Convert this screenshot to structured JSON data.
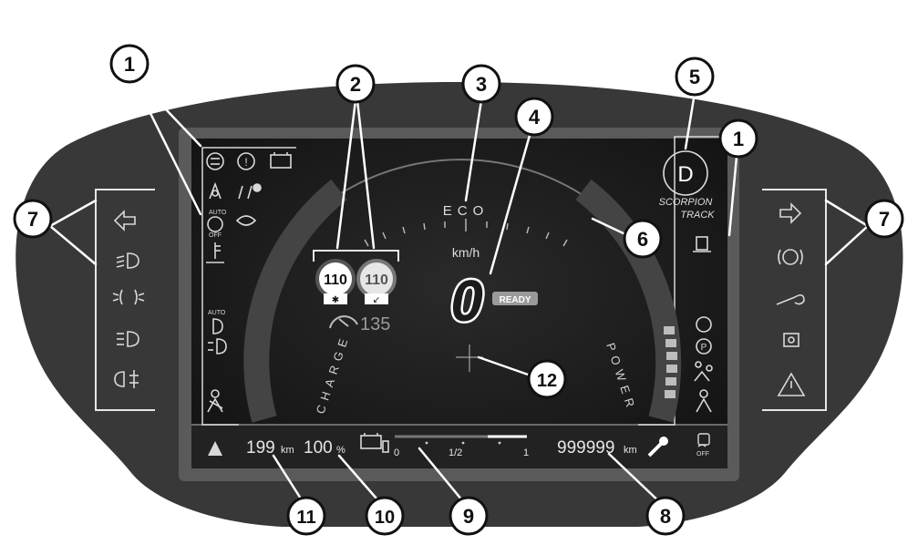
{
  "callouts": [
    "1",
    "2",
    "3",
    "4",
    "5",
    "1",
    "6",
    "7",
    "7",
    "8",
    "9",
    "10",
    "11",
    "12"
  ],
  "display": {
    "eco_label": "ECO",
    "speed_unit": "km/h",
    "speed_value": "0",
    "ready_badge": "READY",
    "speed_limit_1": "110",
    "speed_limit_2": "110",
    "cruise_speed": "135",
    "charge_label": "CHARGE",
    "power_label": "POWER",
    "gear": "D",
    "drive_mode_line1": "SCORPION",
    "drive_mode_line2": "TRACK",
    "auto_label_1": "AUTO",
    "auto_label_2": "AUTO",
    "off_label_1": "OFF",
    "off_label_2": "OFF"
  },
  "bottom_bar": {
    "range_value": "199",
    "range_unit": "km",
    "battery_percent": "100",
    "percent_sign": "%",
    "gauge_min": "0",
    "gauge_mid": "1/2",
    "gauge_max": "1",
    "odometer_value": "999999",
    "odometer_unit": "km"
  },
  "colors": {
    "housing": "#3a3a3a",
    "screen": "#1c1c1c",
    "bezel": "#6a6a6a",
    "indicator": "#d8d8d8"
  },
  "icons": {
    "left_panel": [
      "turn-left-icon",
      "low-beam-icon",
      "sidelights-icon",
      "high-beam-icon",
      "rear-fog-icon"
    ],
    "right_panel": [
      "turn-right-icon",
      "tyre-pressure-icon",
      "service-wrench-icon",
      "engine-warning-icon",
      "hazard-triangle-icon"
    ],
    "screen_left": [
      "brake-pad-icon",
      "brake-warning-icon",
      "battery-icon",
      "lane-assist-icon",
      "headlight-adjust-icon",
      "auto-hold-icon",
      "driver-drowsy-icon",
      "coolant-temp-icon",
      "auto-high-beam-icon",
      "front-fog-icon",
      "seatbelt-icon"
    ],
    "screen_right": [
      "low-fuel-icon",
      "abs-icon",
      "parking-brake-icon",
      "airbag-off-icon",
      "passenger-seatbelt-icon"
    ],
    "bottom": [
      "traffic-sign-icon",
      "battery-charge-icon",
      "wrench-icon",
      "esc-off-icon"
    ]
  }
}
